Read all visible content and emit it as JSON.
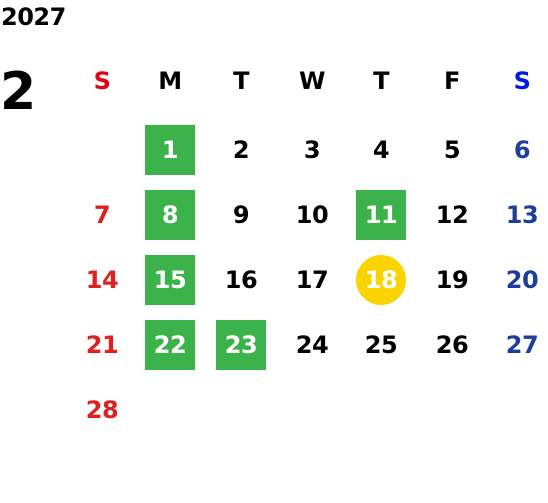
{
  "calendar": {
    "year": "2027",
    "month": "2",
    "colors": {
      "sunday": "#e02020",
      "sunday_header": "#e60012",
      "saturday": "#1e3f98",
      "saturday_header": "#0019e6",
      "weekday": "#000000",
      "highlight_green": "#3bb34a",
      "highlight_yellow": "#fbd400"
    },
    "weekdays": [
      "S",
      "M",
      "T",
      "W",
      "T",
      "F",
      "S"
    ],
    "weeks": [
      [
        "",
        "1",
        "2",
        "3",
        "4",
        "5",
        "6"
      ],
      [
        "7",
        "8",
        "9",
        "10",
        "11",
        "12",
        "13"
      ],
      [
        "14",
        "15",
        "16",
        "17",
        "18",
        "19",
        "20"
      ],
      [
        "21",
        "22",
        "23",
        "24",
        "25",
        "26",
        "27"
      ],
      [
        "28",
        "",
        "",
        "",
        "",
        "",
        ""
      ]
    ],
    "highlighted_green": [
      "1",
      "8",
      "11",
      "15",
      "22",
      "23"
    ],
    "highlighted_today": "18"
  }
}
